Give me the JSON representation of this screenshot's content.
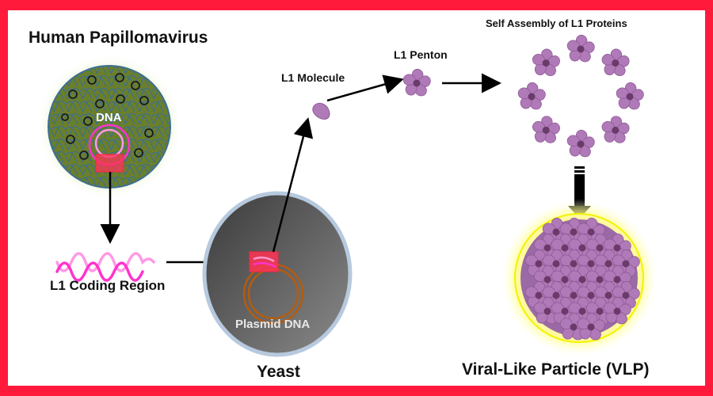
{
  "title": "HPV Virus-Like Particle Production in Yeast",
  "labels": {
    "hpv": "Human Papillomavirus",
    "dna": "DNA",
    "coding_region": "L1 Coding Region",
    "plasmid": "Plasmid DNA",
    "yeast": "Yeast",
    "molecule": "L1 Molecule",
    "penton": "L1 Penton",
    "self_assembly": "Self Assembly of L1 Proteins",
    "vlp": "Viral-Like Particle (VLP)"
  },
  "colors": {
    "border": "#ff1a3c",
    "virus_fill": "#6b7f2a",
    "virus_net": "#3d6f8f",
    "glow_green": "#d8ecb0",
    "dna_magenta": "#ff33cc",
    "dna_pink": "#ff99e6",
    "gene_box": "#ff3355",
    "yeast_fill": "#5a5a5a",
    "yeast_edge": "#b7c9de",
    "plasmid": "#b35c10",
    "protein": "#b07ab8",
    "protein_dark": "#6a3a6a",
    "vlp_glow": "#ffff66"
  },
  "ring_pentons": 8
}
